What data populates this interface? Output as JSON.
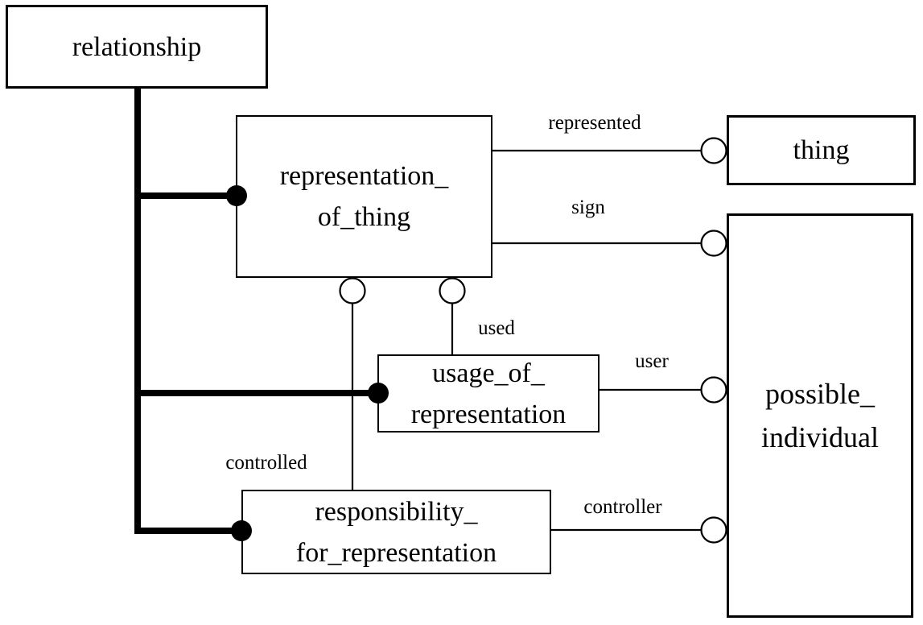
{
  "diagram": {
    "colors": {
      "line": "#000000",
      "box_fill": "#ffffff",
      "background": "#ffffff"
    },
    "nodes": {
      "relationship": {
        "lines": [
          "relationship"
        ]
      },
      "representation_of_thing": {
        "lines": [
          "representation_",
          "of_thing"
        ]
      },
      "thing": {
        "lines": [
          "thing"
        ]
      },
      "possible_individual": {
        "lines": [
          "possible_",
          "individual"
        ]
      },
      "usage_of_representation": {
        "lines": [
          "usage_of_",
          "representation"
        ]
      },
      "responsibility_for_representation": {
        "lines": [
          "responsibility_",
          "for_representation"
        ]
      }
    },
    "edge_labels": {
      "represented": "represented",
      "sign": "sign",
      "used": "used",
      "user": "user",
      "controlled": "controlled",
      "controller": "controller"
    }
  }
}
